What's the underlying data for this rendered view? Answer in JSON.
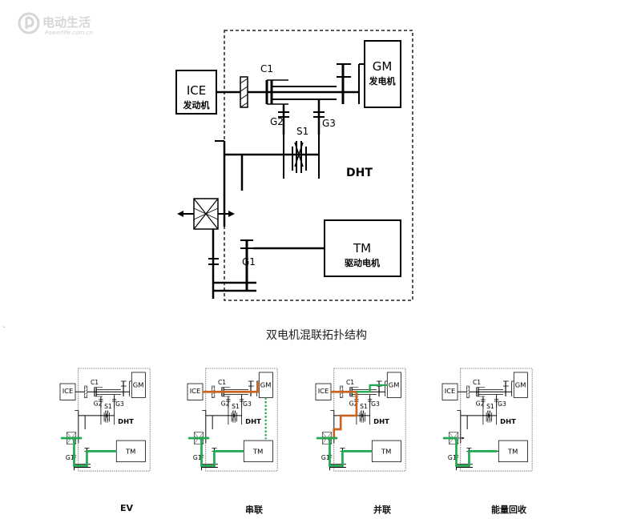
{
  "watermark": {
    "title": "电动生活",
    "subtitle": "Powerlife.com.cn"
  },
  "main": {
    "ice": "ICE",
    "ice_sub": "发动机",
    "gm": "GM",
    "gm_sub": "发电机",
    "tm": "TM",
    "tm_sub": "驱动电机",
    "dht": "DHT",
    "c1": "C1",
    "g1": "G1",
    "g2": "G2",
    "g3": "G3",
    "s1": "S1"
  },
  "caption": "双电机混联拓扑结构",
  "modes": [
    {
      "label": "EV"
    },
    {
      "label": "串联"
    },
    {
      "label": "并联"
    },
    {
      "label": "能量回收"
    }
  ],
  "colors": {
    "ev_path": "#1fa84f",
    "engine_path": "#c8641e"
  }
}
